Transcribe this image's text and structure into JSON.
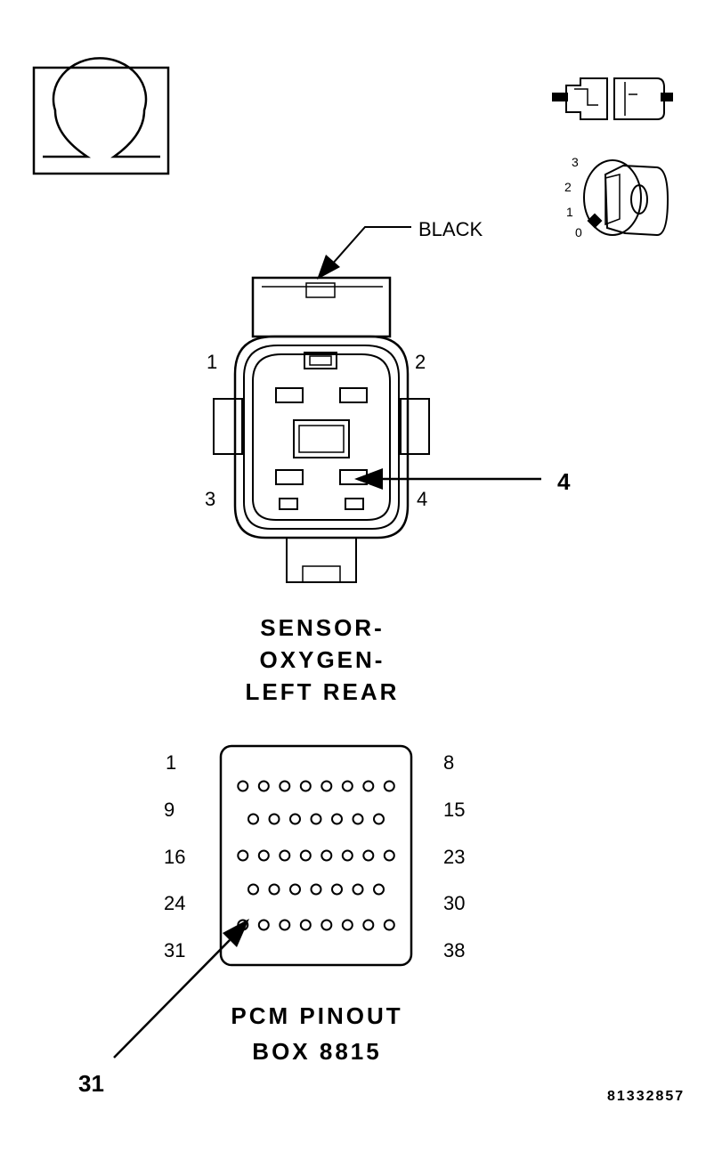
{
  "connector": {
    "wire_color": "BLACK",
    "cavity_labels": [
      "1",
      "2",
      "3",
      "4"
    ],
    "callout": "4",
    "title_lines": [
      "SENSOR-",
      "OXYGEN-",
      "LEFT REAR"
    ]
  },
  "pcm": {
    "row_labels_left": [
      "1",
      "9",
      "16",
      "24",
      "31"
    ],
    "row_labels_right": [
      "8",
      "15",
      "23",
      "30",
      "38"
    ],
    "row_pin_counts": [
      8,
      7,
      8,
      7,
      8
    ],
    "callout": "31",
    "title_lines": [
      "PCM PINOUT",
      "BOX 8815"
    ]
  },
  "ignition_positions": [
    "3",
    "2",
    "1",
    "0"
  ],
  "icons": {
    "meter": "ohm-meter-icon",
    "connector_state": "connector-disconnected-icon",
    "ignition": "ignition-key-off-icon"
  },
  "figure_id": "81332857"
}
